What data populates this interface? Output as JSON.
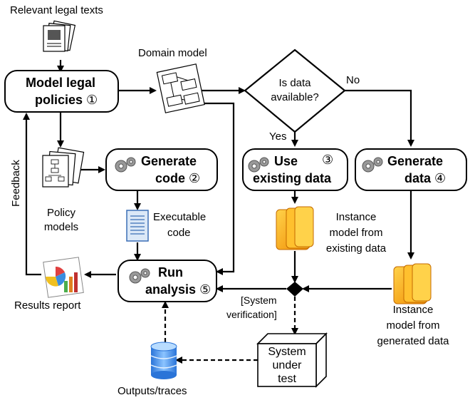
{
  "diagram": {
    "nodes": {
      "legal_texts": {
        "label": "Relevant legal texts"
      },
      "model_policies": {
        "line1": "Model legal",
        "line2": "policies",
        "step": "①"
      },
      "domain_model": {
        "label": "Domain model"
      },
      "decision": {
        "line1": "Is data",
        "line2": "available?"
      },
      "generate_code": {
        "line1": "Generate",
        "line2": "code",
        "step": "②"
      },
      "use_existing": {
        "line1": "Use",
        "line2": "existing data",
        "step": "③"
      },
      "generate_data": {
        "line1": "Generate",
        "line2": "data",
        "step": "④"
      },
      "run_analysis": {
        "line1": "Run",
        "line2": "analysis",
        "step": "⑤"
      },
      "policy_models": {
        "line1": "Policy",
        "line2": "models"
      },
      "executable_code": {
        "line1": "Executable",
        "line2": "code"
      },
      "instance_existing": {
        "line1": "Instance",
        "line2": "model from",
        "line3": "existing data"
      },
      "instance_generated": {
        "line1": "Instance",
        "line2": "model from",
        "line3": "generated data"
      },
      "results_report": {
        "label": "Results report"
      },
      "system_under_test": {
        "line1": "System",
        "line2": "under",
        "line3": "test"
      },
      "outputs_traces": {
        "label": "Outputs/traces"
      }
    },
    "edge_labels": {
      "yes": "Yes",
      "no": "No",
      "feedback": "Feedback",
      "verification_line1": "[System",
      "verification_line2": "verification]"
    },
    "icon_names": [
      "document-stack-icon",
      "user-icon",
      "uml-diagram-icon",
      "gear-icon",
      "flowchart-docs-icon",
      "code-document-icon",
      "folder-stack-icon",
      "chart-report-icon",
      "database-icon",
      "cube-icon"
    ]
  }
}
